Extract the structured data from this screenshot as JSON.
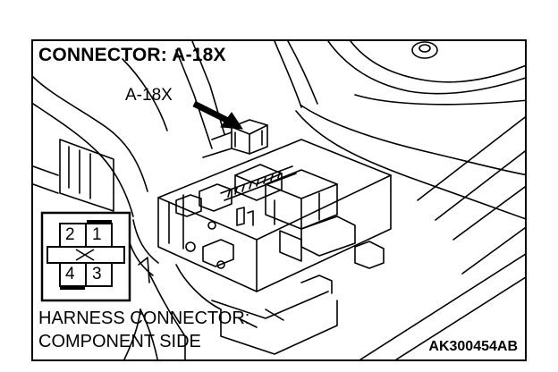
{
  "title": "CONNECTOR: A-18X",
  "callout_label": "A-18X",
  "pinout": {
    "pins_top": [
      "2",
      "1"
    ],
    "pins_bottom": [
      "4",
      "3"
    ],
    "center_mark": "X"
  },
  "caption": {
    "line1": "HARNESS CONNECTOR:",
    "line2": "COMPONENT SIDE"
  },
  "figure_code": "AK300454AB",
  "colors": {
    "line": "#000000",
    "background": "#ffffff"
  }
}
